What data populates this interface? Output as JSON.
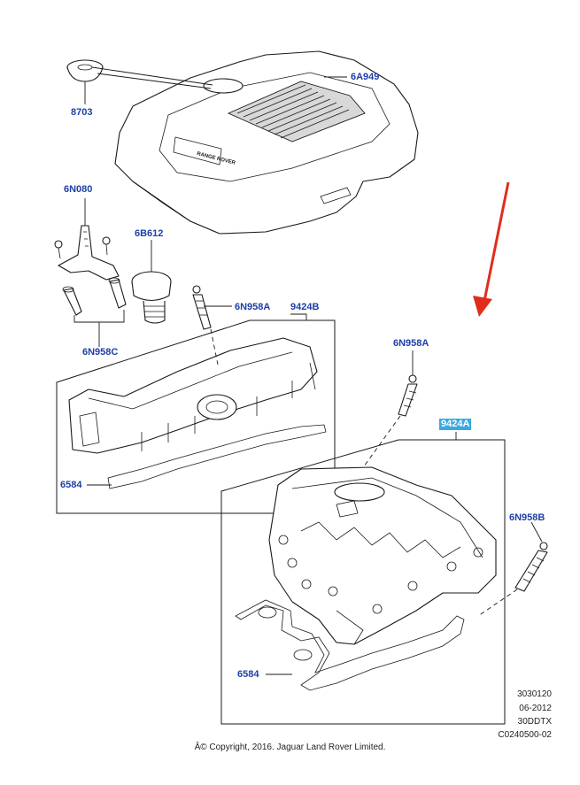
{
  "callouts": {
    "p8703": "8703",
    "p6A949": "6A949",
    "p6N080": "6N080",
    "p6B612": "6B612",
    "p6N958A_left": "6N958A",
    "p9424B": "9424B",
    "p6N958C": "6N958C",
    "p6N958A_right": "6N958A",
    "p9424A": "9424A",
    "p6N958B": "6N958B",
    "p6584_left": "6584",
    "p6584_right": "6584"
  },
  "cover_badge": "RANGE ROVER",
  "highlighted_callout": "9424A",
  "arrow_color": "#e02d1b",
  "callout_color": "#1f3fa6",
  "highlight_color": "#39a9e0",
  "meta": {
    "line1": "3030120",
    "line2": "06-2012",
    "line3": "30DDTX",
    "line4": "C0240500-02"
  },
  "copyright": "Â© Copyright, 2016. Jaguar Land Rover Limited."
}
